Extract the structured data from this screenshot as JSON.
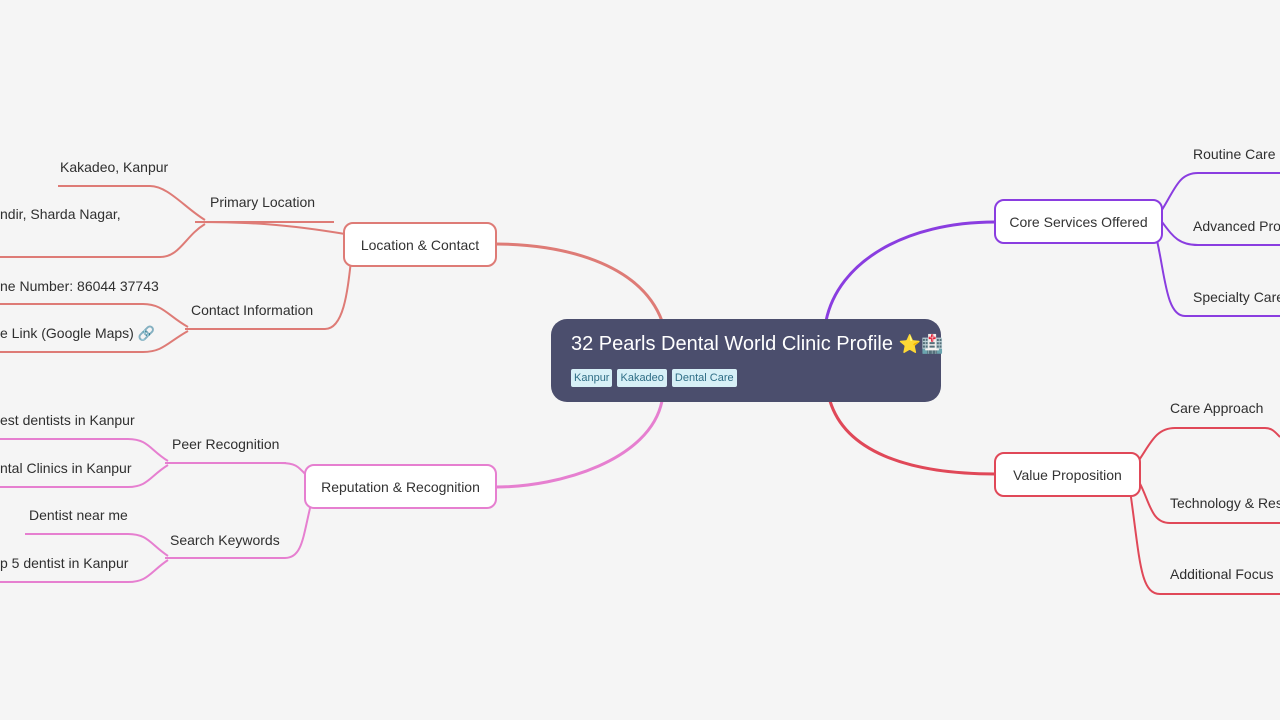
{
  "central": {
    "title": "32 Pearls Dental World Clinic Profile",
    "emoji": "⭐🏥",
    "tags": [
      "Kanpur",
      "Kakadeo",
      "Dental Care"
    ]
  },
  "branches": {
    "location_contact": {
      "label": "Location & Contact",
      "color": "#de7b76",
      "primary_location": {
        "label": "Primary Location",
        "items": [
          "Kakadeo, Kanpur",
          "ndir, Sharda Nagar,"
        ]
      },
      "contact_information": {
        "label": "Contact Information",
        "items": [
          "ne Number: 86044 37743",
          "e Link (Google Maps) 🔗"
        ]
      }
    },
    "reputation": {
      "label": "Reputation & Recognition",
      "color": "#e67fd0",
      "peer_recognition": {
        "label": "Peer Recognition",
        "items": [
          "est dentists in Kanpur",
          "ntal Clinics in Kanpur"
        ]
      },
      "search_keywords": {
        "label": "Search Keywords",
        "items": [
          "Dentist near me",
          "p 5 dentist in Kanpur"
        ]
      }
    },
    "core_services": {
      "label": "Core Services Offered",
      "color": "#8a3de0",
      "items": [
        "Routine Care",
        "Advanced Proc",
        "Specialty Care"
      ]
    },
    "value_proposition": {
      "label": "Value Proposition",
      "color": "#e04858",
      "items": [
        "Care Approach",
        "Technology & Resu",
        "Additional Focus"
      ]
    }
  }
}
